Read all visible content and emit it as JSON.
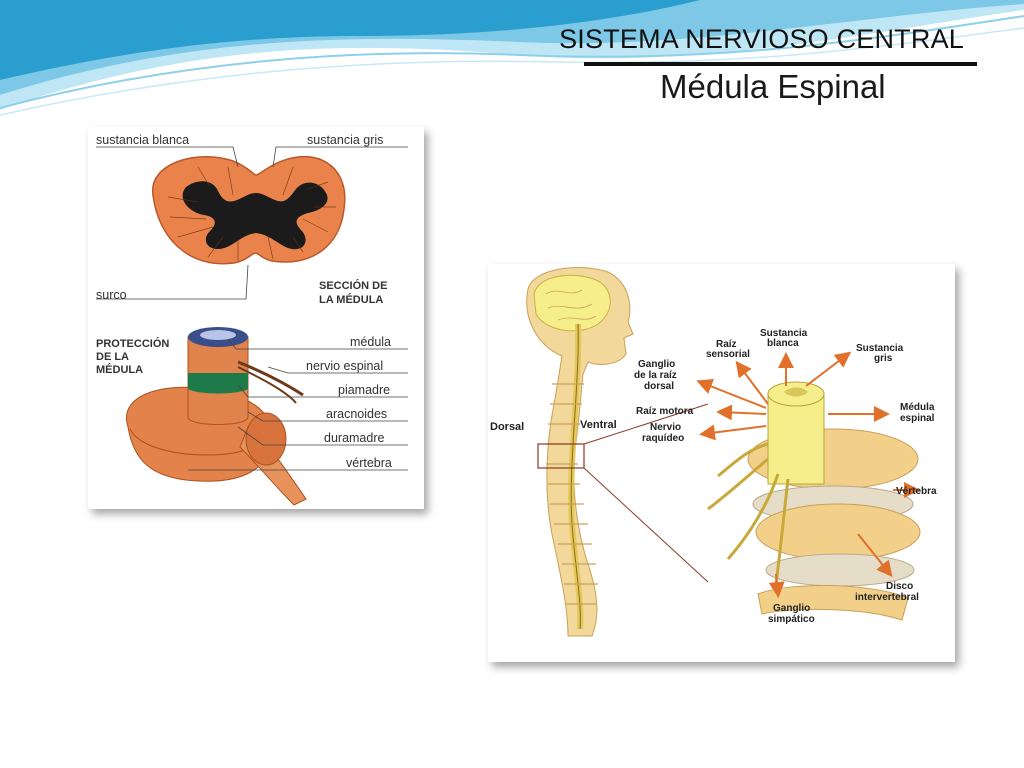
{
  "header": {
    "title": "SISTEMA NERVIOSO CENTRAL",
    "subtitle": "Médula Espinal"
  },
  "left_figure": {
    "labels": {
      "sustancia_blanca": "sustancia blanca",
      "sustancia_gris": "sustancia gris",
      "surco": "surco",
      "seccion_1": "SECCIÓN DE",
      "seccion_2": "LA MÉDULA",
      "proteccion_1": "PROTECCIÓN",
      "proteccion_2": "DE LA",
      "proteccion_3": "MÉDULA",
      "medula": "médula",
      "nervio_espinal": "nervio espinal",
      "piamadre": "piamadre",
      "aracnoides": "aracnoides",
      "duramadre": "duramadre",
      "vertebra": "vértebra"
    }
  },
  "right_figure": {
    "labels": {
      "dorsal": "Dorsal",
      "ventral": "Ventral",
      "raiz_sensorial_1": "Raíz",
      "raiz_sensorial_2": "sensorial",
      "sustancia_blanca_1": "Sustancia",
      "sustancia_blanca_2": "blanca",
      "sustancia_gris_1": "Sustancia",
      "sustancia_gris_2": "gris",
      "ganglio_raiz_1": "Ganglio",
      "ganglio_raiz_2": "de la raíz",
      "ganglio_raiz_3": "dorsal",
      "raiz_motora": "Raíz motora",
      "nervio_raquideo_1": "Nervio",
      "nervio_raquideo_2": "raquídeo",
      "medula_espinal_1": "Médula",
      "medula_espinal_2": "espinal",
      "vertebra": "Vértebra",
      "disco_1": "Disco",
      "disco_2": "intervertebral",
      "ganglio_simpatico_1": "Ganglio",
      "ganglio_simpatico_2": "simpático"
    }
  },
  "colors": {
    "wave_dark": "#2a9fd0",
    "wave_light": "#a9dcef",
    "orange_tissue": "#e9834b",
    "gray_matter": "#1b1b1b",
    "bone": "#f2d08a",
    "nerve_yellow": "#f6ee8a",
    "arrow_orange": "#e0702a"
  }
}
